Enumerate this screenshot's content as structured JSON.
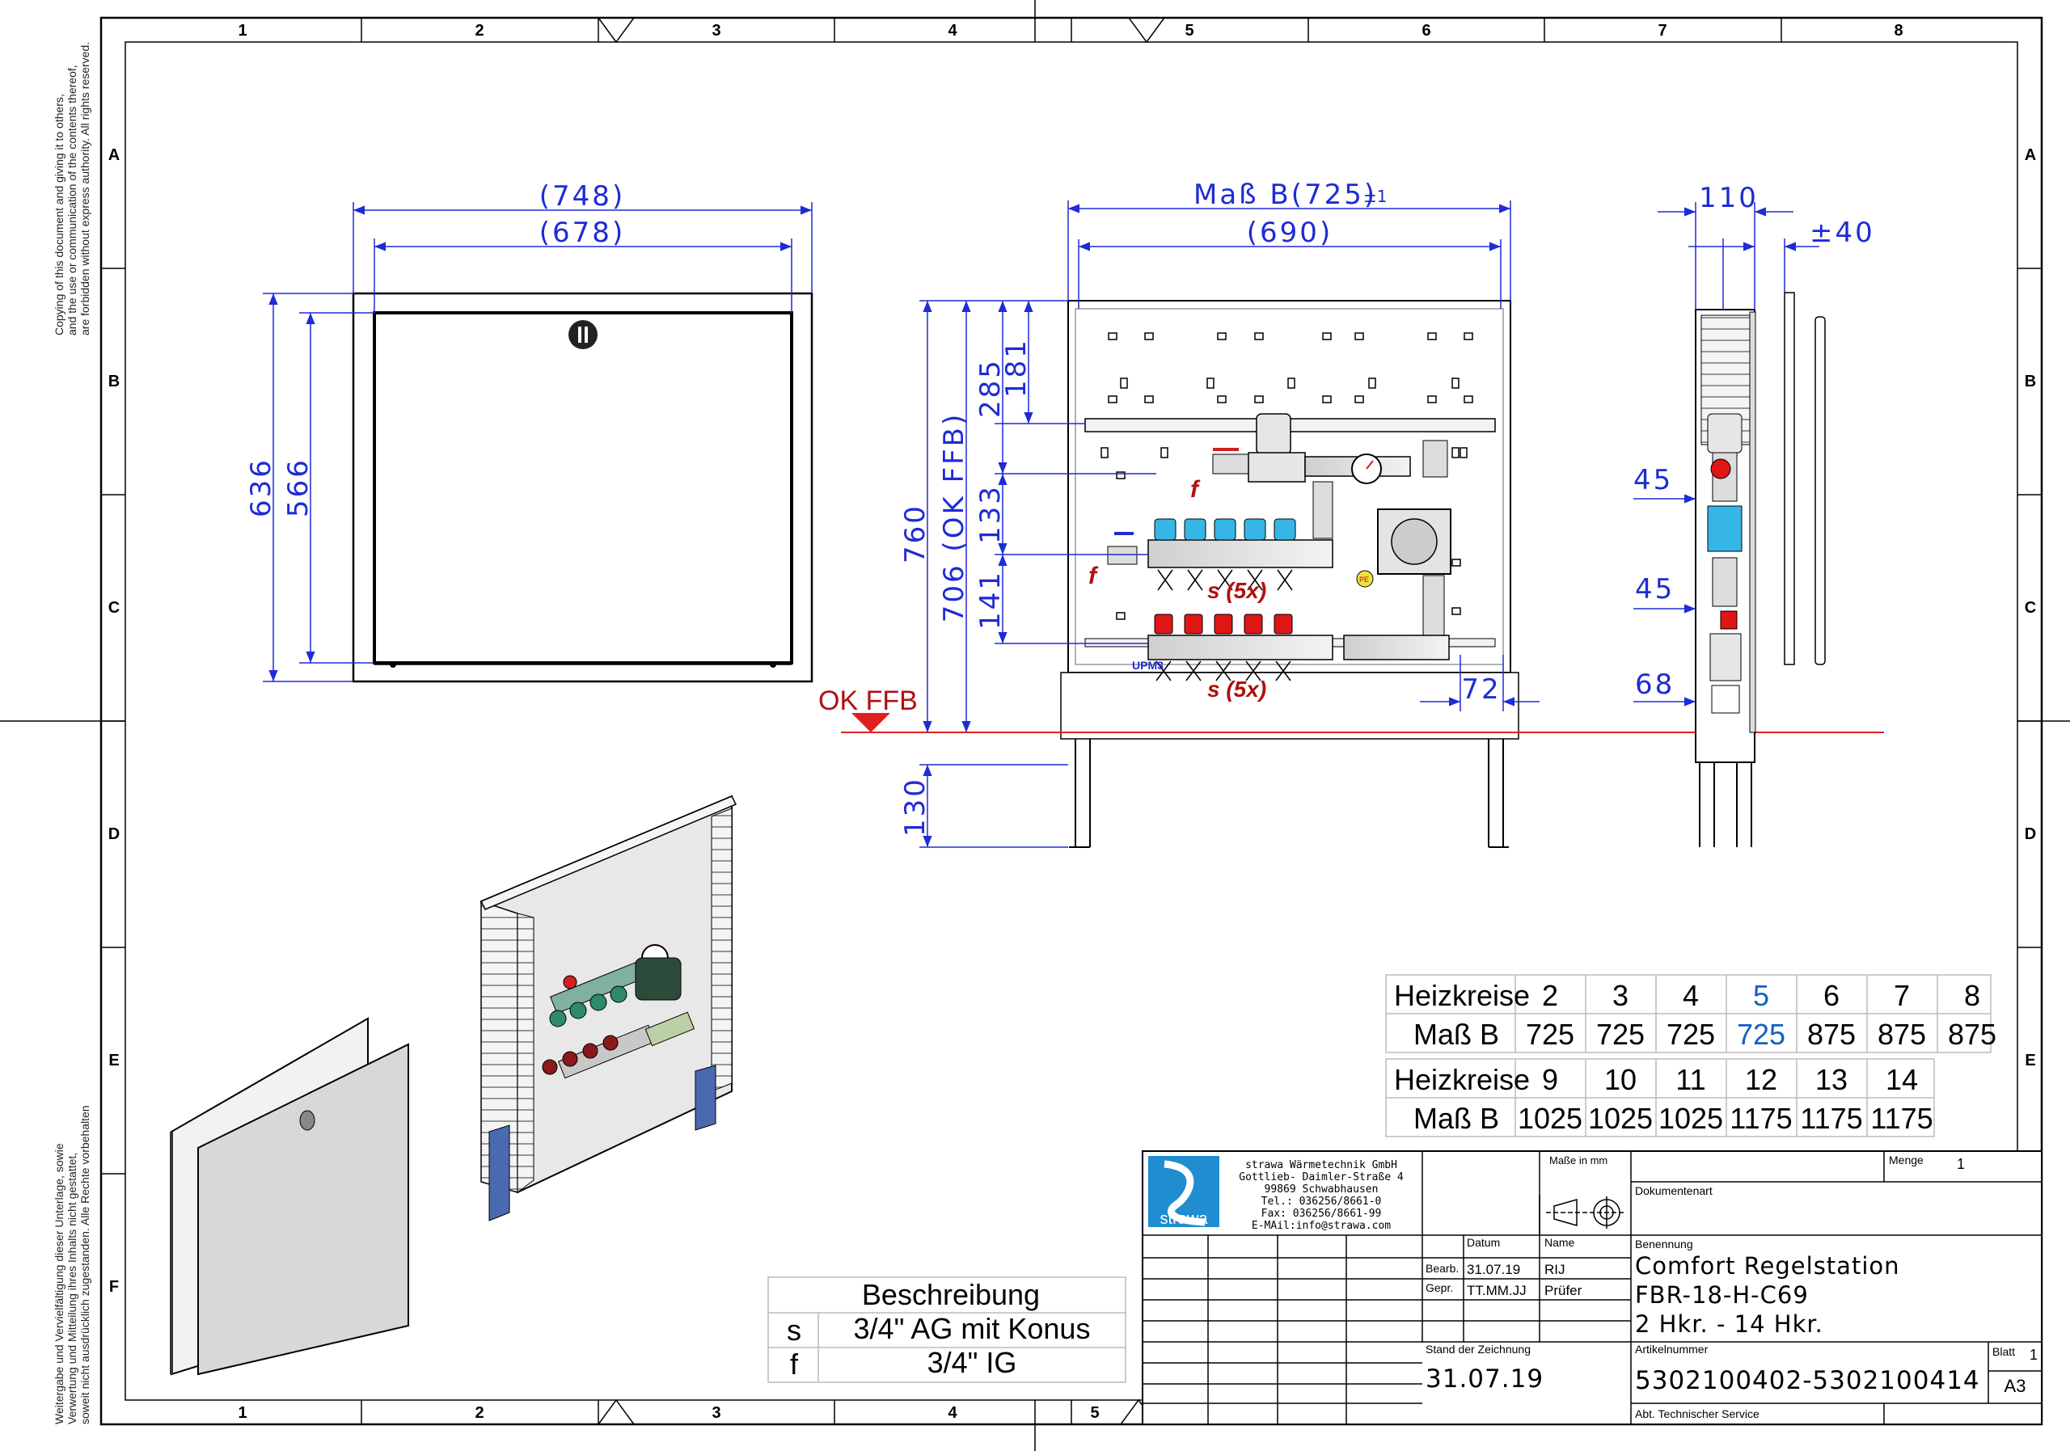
{
  "grid": {
    "columns": [
      "1",
      "2",
      "3",
      "4",
      "5",
      "6",
      "7",
      "8"
    ],
    "rows": [
      "A",
      "B",
      "C",
      "D",
      "E",
      "F"
    ],
    "bottom_columns": [
      "1",
      "2",
      "3",
      "4",
      "5"
    ]
  },
  "side_notes": {
    "top": [
      "Copying of this document and giving it to others,",
      "and the use or communication of the contents thereof,",
      "are forbidden without express authority. All rights reserved."
    ],
    "bottom": [
      "Weitergabe und Vervielfältigung dieser Unterlage, sowie",
      "Verwertung und Mitteilung ihres Inhalts nicht gestattet,",
      "soweit nicht ausdrücklich zugestanden. Alle Rechte vorbehalten"
    ]
  },
  "dimensions": {
    "front_outer_width": "(748)",
    "front_inner_width": "(678)",
    "front_outer_height": "636",
    "front_inner_height": "566",
    "station_width": "Maß B(725)",
    "station_tolerance": "±1",
    "station_inner_width": "(690)",
    "height_760": "760",
    "height_706": "706 (OK FFB)",
    "height_285": "285",
    "height_181": "181",
    "height_133": "133",
    "height_141": "141",
    "height_130": "130",
    "width_72": "72",
    "side_110": "110",
    "side_40": "±40",
    "side_45a": "45",
    "side_45b": "45",
    "side_68": "68"
  },
  "labels": {
    "ok_ffb": "OK FFB",
    "f_top": "f",
    "f_left": "f",
    "s5x_top": "s (5x)",
    "s5x_bottom": "s (5x)",
    "pump_brand": "UPM3",
    "pe": "PE"
  },
  "heizkreise_table_1": {
    "row1_label": "Heizkreise",
    "row1": [
      "2",
      "3",
      "4",
      "5",
      "6",
      "7",
      "8"
    ],
    "row2_label": "Maß B",
    "row2": [
      "725",
      "725",
      "725",
      "725",
      "875",
      "875",
      "875"
    ],
    "highlight_index": 3,
    "highlight_color": "#1560c0"
  },
  "heizkreise_table_2": {
    "row1_label": "Heizkreise",
    "row1": [
      "9",
      "10",
      "11",
      "12",
      "13",
      "14"
    ],
    "row2_label": "Maß B",
    "row2": [
      "1025",
      "1025",
      "1025",
      "1175",
      "1175",
      "1175"
    ]
  },
  "beschreibung": {
    "header": "Beschreibung",
    "rows": [
      {
        "code": "s",
        "text": "3/4\" AG mit Konus"
      },
      {
        "code": "f",
        "text": "3/4\" IG"
      }
    ]
  },
  "title_block": {
    "logo_text": "strawa",
    "company": [
      "strawa Wärmetechnik GmbH",
      "Gottlieb- Daimler-Straße 4",
      "99869 Schwabhausen",
      "Tel.: 036256/8661-0",
      "Fax: 036256/8661-99",
      "E-MAil:info@strawa.com"
    ],
    "masse": "Maße in mm",
    "menge_label": "Menge",
    "menge_value": "1",
    "dokumentenart_label": "Dokumentenart",
    "datum_label": "Datum",
    "name_label": "Name",
    "bearb_label": "Bearb.",
    "bearb_datum": "31.07.19",
    "bearb_name": "RIJ",
    "gepr_label": "Gepr.",
    "gepr_datum": "TT.MM.JJ",
    "gepr_name": "Prüfer",
    "benennung_label": "Benennung",
    "benennung": [
      "Comfort Regelstation",
      "FBR-18-H-C69",
      "2 Hkr. - 14 Hkr."
    ],
    "stand_label": "Stand der Zeichnung",
    "stand_value": "31.07.19",
    "artikel_label": "Artikelnummer",
    "artikel_value": "5302100402-5302100414",
    "blatt_label": "Blatt",
    "blatt_value": "1",
    "format_value": "A3",
    "abt": "Abt. Technischer Service"
  },
  "colors": {
    "dimension": "#1e2bd6",
    "accent_red": "#b01010",
    "ffb_line": "#e02020",
    "valve_blue": "#36b6e6",
    "valve_red": "#e01515"
  }
}
